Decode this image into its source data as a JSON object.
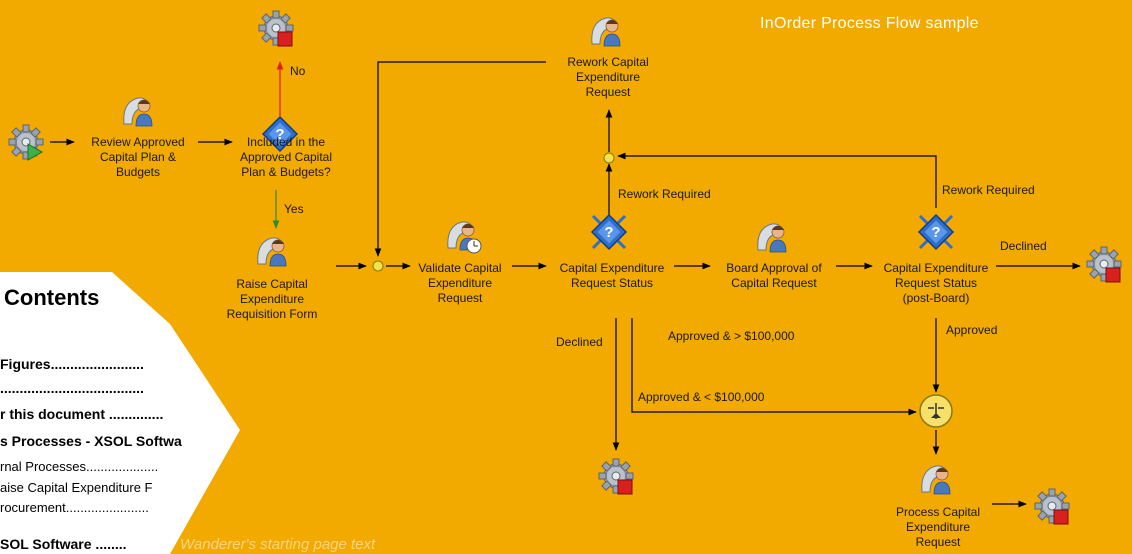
{
  "title": "InOrder Process Flow sample",
  "colors": {
    "background": "#F2A900",
    "arrow": "#000000",
    "no_arrow": "#E0201B",
    "yes_arrow": "#2E8B2E",
    "decision": "#2F6FCC",
    "end_icon": "#D8201F"
  },
  "nodes": {
    "review": "Review Approved\nCapital Plan &\nBudgets",
    "included": "Included in the\nApproved Capital\nPlan & Budgets?",
    "raise": "Raise Capital\nExpenditure\nRequisition Form",
    "validate": "Validate Capital\nExpenditure\nRequest",
    "status": "Capital Expenditure\nRequest Status",
    "board": "Board Approval of\nCapital Request",
    "status_post": "Capital Expenditure\nRequest Status\n(post-Board)",
    "rework": "Rework Capital\nExpenditure\nRequest",
    "process": "Process Capital\nExpenditure\nRequest"
  },
  "edges": {
    "no": "No",
    "yes": "Yes",
    "rework_required_1": "Rework Required",
    "rework_required_2": "Rework Required",
    "declined_1": "Declined",
    "declined_2": "Declined",
    "approved_gt": "Approved & > $100,000",
    "approved_lt": "Approved & < $100,000",
    "approved": "Approved"
  },
  "toc": {
    "heading": "Contents",
    "lines": [
      "Figures........................",
      ".....................................",
      "r this document ..............",
      "s Processes - XSOL Softwa",
      "rnal Processes....................",
      "aise Capital Expenditure F",
      "rocurement.......................",
      "SOL Software ........"
    ]
  },
  "watermark": "Wanderer's starting page text"
}
